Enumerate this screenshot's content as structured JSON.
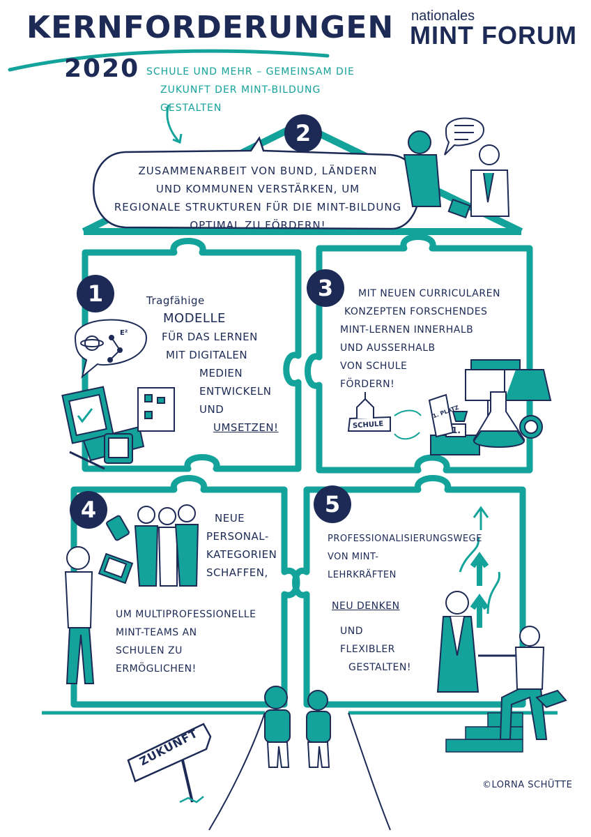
{
  "header": {
    "title": "Kernforderungen",
    "year": "2020",
    "subtitle_line1": "Schule und mehr – Gemeinsam die",
    "subtitle_line2": "Zukunft der MINT-Bildung gestalten"
  },
  "logo": {
    "top": "nationales",
    "main": "MINT FORUM"
  },
  "demands": {
    "d2": {
      "number": "2",
      "lines": [
        "Zusammenarbeit von Bund, Ländern",
        "und Kommunen verstärken, um",
        "regionale Strukturen für die MINT-Bildung",
        "optimal zu fördern!"
      ]
    },
    "d1": {
      "number": "1",
      "lines": [
        "Tragfähige",
        "Modelle",
        "für das Lernen",
        "mit digitalen",
        "Medien",
        "entwickeln",
        "und",
        "umsetzen!"
      ]
    },
    "d3": {
      "number": "3",
      "lines": [
        "Mit neuen curricularen",
        "Konzepten forschendes",
        "MINT-Lernen innerhalb",
        "und ausserhalb",
        "von Schule",
        "fördern!"
      ]
    },
    "d4": {
      "number": "4",
      "lines_top": [
        "Neue",
        "Personal-",
        "kategorien",
        "schaffen,"
      ],
      "lines_bottom": [
        "um multiprofessionelle",
        "MINT-Teams an",
        "Schulen zu",
        "ermöglichen!"
      ]
    },
    "d5": {
      "number": "5",
      "lines_top": [
        "Professionalisierungswege",
        "von MINT-",
        "Lehrkräften"
      ],
      "lines_bottom": [
        "neu denken",
        "und",
        "flexibler",
        "gestalten!"
      ]
    }
  },
  "illustration_labels": {
    "school": "SCHULE",
    "podium_place": "1. PLATZ",
    "podium_number": "1.",
    "formula": "e²",
    "sign": "ZUKUNFT"
  },
  "credit": "©Lorna Schütte",
  "colors": {
    "teal": "#14a39a",
    "navy": "#1c2a55"
  }
}
